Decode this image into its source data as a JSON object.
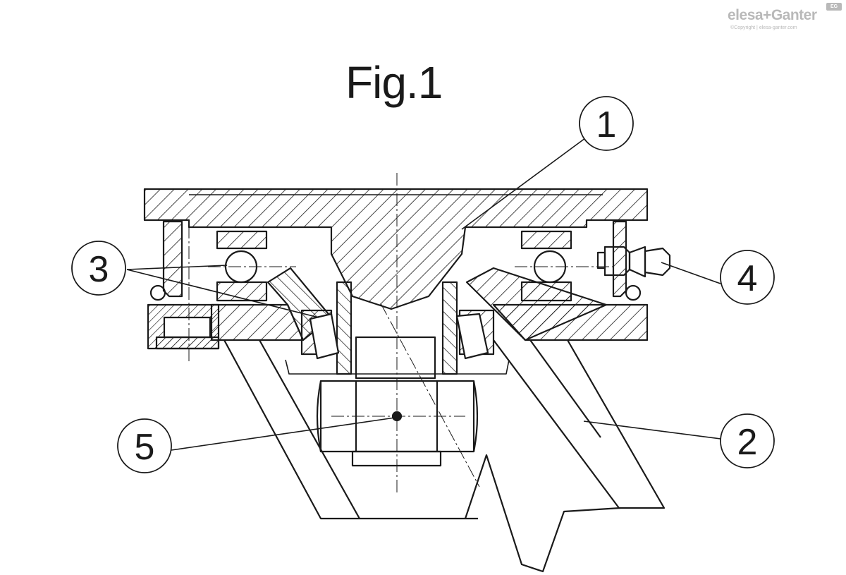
{
  "logo": {
    "name": "elesa+Ganter",
    "copyright": "©Copyright | elesa-ganter.com",
    "mark": "EG"
  },
  "figure": {
    "title": "Fig.1",
    "callouts": [
      {
        "id": "callout-1",
        "label": "1"
      },
      {
        "id": "callout-2",
        "label": "2"
      },
      {
        "id": "callout-3",
        "label": "3"
      },
      {
        "id": "callout-4",
        "label": "4"
      },
      {
        "id": "callout-5",
        "label": "5"
      }
    ]
  },
  "colors": {
    "line": "#1a1a1a",
    "logo_grey": "#b9b9b9"
  }
}
